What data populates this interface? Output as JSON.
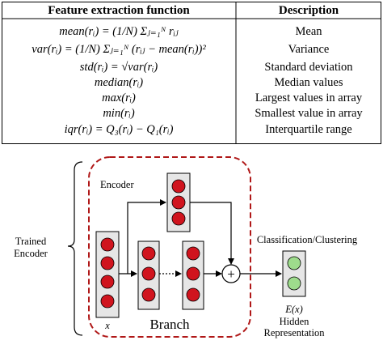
{
  "table": {
    "headers": [
      "Feature extraction function",
      "Description"
    ],
    "rows": [
      {
        "function": "mean(rᵢ) = (1/N) Σⱼ₌₁ᴺ rᵢⱼ",
        "description": "Mean"
      },
      {
        "function": "var(rᵢ) = (1/N) Σⱼ₌₁ᴺ (rᵢⱼ − mean(rᵢ))²",
        "description": "Variance"
      },
      {
        "function": "std(rᵢ) = √var(rᵢ)",
        "description": "Standard deviation"
      },
      {
        "function": "median(rᵢ)",
        "description": "Median values"
      },
      {
        "function": "max(rᵢ)",
        "description": "Largest values in array"
      },
      {
        "function": "min(rᵢ)",
        "description": "Smallest value in array"
      },
      {
        "function": "iqr(rᵢ) = Q₃(rᵢ) − Q₁(rᵢ)",
        "description": "Interquartile range"
      }
    ]
  },
  "diagram": {
    "trained_encoder_line1": "Trained",
    "trained_encoder_line2": "Encoder",
    "encoder_label": "Encoder",
    "input_label": "x",
    "branch_label": "Branch",
    "plus_symbol": "+",
    "classification_label": "Classification/Clustering",
    "output_label": "E(x)",
    "hidden_line1": "Hidden",
    "hidden_line2": "Representation",
    "colors": {
      "node_red": "#d0141e",
      "node_green": "#9edc8c",
      "dashed_border": "#b01818",
      "layer_fill": "#e6e6e6"
    }
  }
}
